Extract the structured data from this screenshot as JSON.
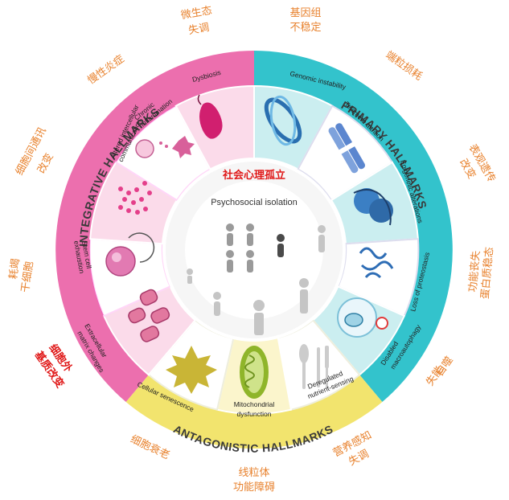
{
  "ring_titles": {
    "primary": "PRIMARY HALLMARKS",
    "integrative": "INTEGRATIVE HALLMARKS",
    "antagonistic": "ANTAGONISTIC HALLMARKS"
  },
  "center": {
    "title_cn": "社会心理孤立",
    "title_en": "Psychosocial isolation"
  },
  "segments": {
    "genomic": "Genomic instability",
    "telomere": "Telomere attrition",
    "epigenetic": "Epigenetic alterations",
    "proteostasis": "Loss of proteostasis",
    "autophagy_1": "Disabled",
    "autophagy_2": "macroautophagy",
    "nutrient_1": "Deregulated",
    "nutrient_2": "nutrient-sensing",
    "mito_1": "Mitochondrial",
    "mito_2": "dysfunction",
    "senescence": "Cellular senescence",
    "ecm_1": "Extracellular",
    "ecm_2": "matrix changes",
    "stem_1": "Stem cell",
    "stem_2": "exhaustion",
    "comm_1": "Altered intercellular",
    "comm_2": "communication",
    "inflam_1": "Chronic",
    "inflam_2": "inflammation",
    "dysbiosis": "Dysbiosis"
  },
  "outer_cn": {
    "genomic_1": "基因组",
    "genomic_2": "不稳定",
    "telomere": "端粒损耗",
    "epigenetic_1": "表观遗传",
    "epigenetic_2": "改变",
    "proteostasis_1": "蛋白质稳态",
    "proteostasis_2": "功能丧失",
    "autophagy_1": "自噬",
    "autophagy_2": "失能",
    "nutrient_1": "营养感知",
    "nutrient_2": "失调",
    "mito_1": "线粒体",
    "mito_2": "功能障碍",
    "senescence": "细胞衰老",
    "ecm_1": "细胞外",
    "ecm_2": "基质改变",
    "stem_1": "干细胞",
    "stem_2": "耗竭",
    "comm_1": "细胞间通讯",
    "comm_2": "改变",
    "inflam": "慢性炎症",
    "dysbiosis_1": "微生态",
    "dysbiosis_2": "失调"
  },
  "colors": {
    "primary_ring": "#33c3cc",
    "integrative_ring": "#ec6fae",
    "antagonistic_ring": "#f2e46e",
    "primary_seg": "#d4f0f2",
    "integrative_seg": "#fbdbea",
    "antagonistic_seg": "#fbf5cc",
    "outer_text": "#e8822e",
    "highlight_text": "#e01818"
  }
}
